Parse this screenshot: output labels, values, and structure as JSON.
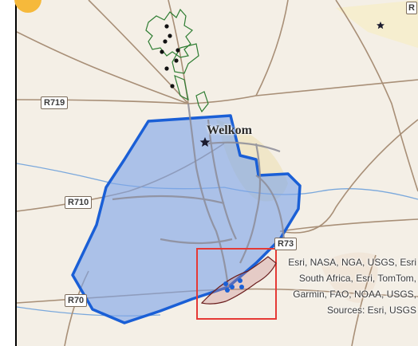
{
  "map": {
    "cities": [
      {
        "name": "Welkom"
      }
    ],
    "roads": [
      {
        "label": "R719"
      },
      {
        "label": "R710"
      },
      {
        "label": "R73"
      },
      {
        "label": "R70"
      }
    ],
    "attribution_lines": [
      "Esri, NASA, NGA, USGS, Esri",
      "South Africa, Esri, TomTom,",
      "Garmin, FAO, NOAA, USGS,",
      "Sources: Esri, USGS"
    ],
    "partial_label": "R",
    "colors": {
      "study_area_fill": "#7ea4e8",
      "study_area_stroke": "#1a5fd6",
      "highlight_box": "#e53935",
      "mine_outline": "#2e7d32",
      "mine_points": "#111111",
      "roads": "#8b8b8b",
      "rivers": "#5b8fd1",
      "land": "#f4efe6"
    }
  }
}
